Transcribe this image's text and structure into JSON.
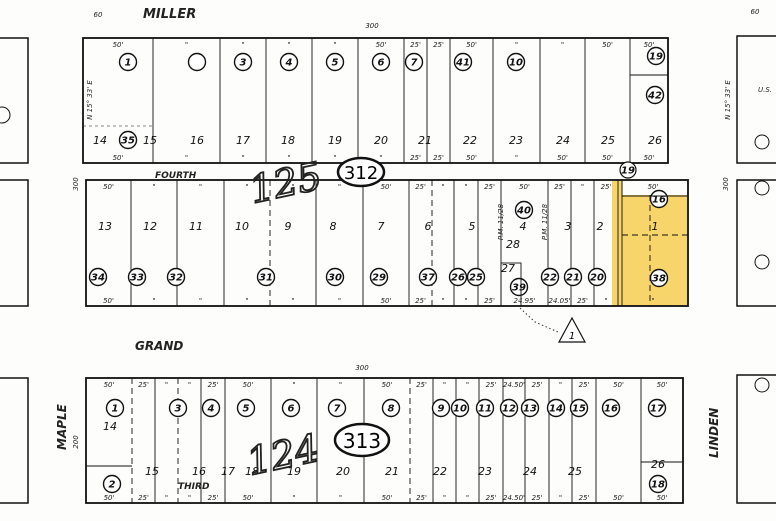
{
  "streets": {
    "miller": "MILLER",
    "fourth": "FOURTH",
    "grand": "GRAND",
    "third": "THIRD",
    "maple": "MAPLE",
    "linden": "LINDEN"
  },
  "street_widths": {
    "top": "300",
    "left_mid": "300",
    "grand": "300",
    "right_mid": "300",
    "maple": "200"
  },
  "map_pages": {
    "upper": "312",
    "lower": "313"
  },
  "book_numbers": {
    "upper": "125",
    "lower": "124"
  },
  "notes": {
    "corner_left": "60",
    "corner_right": "60",
    "us": "U.S.",
    "bearing": "N 15° 33' E",
    "triangle": "1",
    "pm": "P.M. 11/28"
  },
  "highlight_color": "#f7d56b",
  "top_block": {
    "lots": [
      "14",
      "15",
      "16",
      "17",
      "18",
      "19",
      "20",
      "21",
      "22",
      "23",
      "24",
      "25",
      "26"
    ],
    "parcels": [
      "1",
      "",
      "3",
      "4",
      "5",
      "6",
      "7",
      "41",
      "10",
      "19",
      "42",
      "35"
    ],
    "top_dims": [
      "50'",
      "\"",
      "\"",
      "\"",
      "\"",
      "50'",
      "25'",
      "25'",
      "50'",
      "\"",
      "\"",
      "50'",
      "50'"
    ],
    "bottom_dims": [
      "50'",
      "\"",
      "\"",
      "\"",
      "\"",
      "\"",
      "25'",
      "25'",
      "50'",
      "\"",
      "50'",
      "50'",
      "50'"
    ]
  },
  "middle_block": {
    "lots": [
      "13",
      "12",
      "11",
      "10",
      "9",
      "8",
      "7",
      "6",
      "5",
      "4",
      "28",
      "27",
      "3",
      "2",
      "1"
    ],
    "parcels": [
      "34",
      "33",
      "32",
      "31",
      "30",
      "29",
      "37",
      "26",
      "25",
      "40",
      "39",
      "22",
      "21",
      "20",
      "16",
      "38"
    ],
    "top_dims": [
      "50'",
      "\"",
      "\"",
      "\"",
      "\"",
      "\"",
      "50'",
      "25'",
      "\"",
      "\"",
      "25'",
      "50'",
      "25'",
      "\"",
      "25'",
      "50'"
    ],
    "bottom_dims": [
      "50'",
      "\"",
      "\"",
      "\"",
      "\"",
      "\"",
      "50'",
      "25'",
      "\"",
      "\"",
      "25'",
      "24.95'",
      "24.05'",
      "25'",
      "\"",
      "\"",
      "25'",
      "50'"
    ]
  },
  "bottom_block": {
    "lots": [
      "14",
      "15",
      "16",
      "17",
      "18",
      "19",
      "20",
      "21",
      "22",
      "23",
      "24",
      "25",
      "26"
    ],
    "parcels": [
      "1",
      "2",
      "3",
      "4",
      "5",
      "6",
      "7",
      "8",
      "9",
      "10",
      "11",
      "12",
      "13",
      "14",
      "15",
      "16",
      "17",
      "18"
    ],
    "top_dims": [
      "50'",
      "25'",
      "\"",
      "\"",
      "25'",
      "50'",
      "\"",
      "\"",
      "50'",
      "25'",
      "\"",
      "\"",
      "25'",
      "24.50'",
      "25'",
      "\"",
      "25'",
      "50'",
      "50'"
    ],
    "bottom_dims": [
      "50'",
      "25'",
      "\"",
      "\"",
      "25'",
      "50'",
      "\"",
      "\"",
      "50'",
      "25'",
      "\"",
      "\"",
      "25'",
      "24.50'",
      "25'",
      "\"",
      "25'",
      "50'",
      "50'"
    ]
  }
}
